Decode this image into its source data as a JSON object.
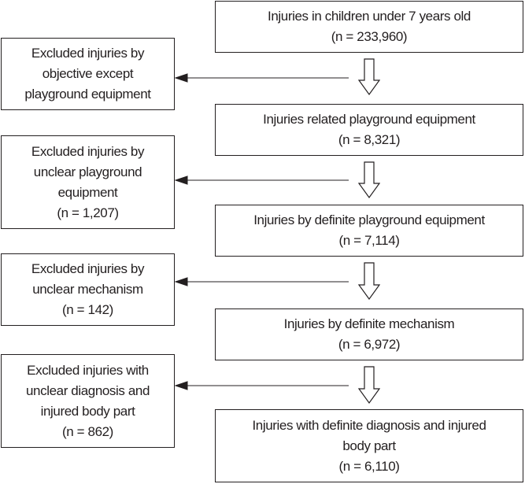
{
  "main_flow": [
    {
      "lines": [
        "Injuries in children under 7 years old",
        "(n = 233,960)"
      ]
    },
    {
      "lines": [
        "Injuries related playground equipment",
        "(n = 8,321)"
      ]
    },
    {
      "lines": [
        "Injuries by definite playground equipment",
        "(n = 7,114)"
      ]
    },
    {
      "lines": [
        "Injuries by definite mechanism",
        "(n = 6,972)"
      ]
    },
    {
      "lines": [
        "Injuries with definite diagnosis and injured",
        "body part",
        "(n = 6,110)"
      ]
    }
  ],
  "exclusions": [
    {
      "lines": [
        "Excluded injuries by",
        "objective except",
        "playground equipment"
      ]
    },
    {
      "lines": [
        "Excluded injuries by",
        "unclear playground",
        "equipment",
        "(n = 1,207)"
      ]
    },
    {
      "lines": [
        "Excluded injuries by",
        "unclear mechanism",
        "(n = 142)"
      ]
    },
    {
      "lines": [
        "Excluded injuries with",
        "unclear diagnosis and",
        "injured body part",
        "(n = 862)"
      ]
    }
  ]
}
